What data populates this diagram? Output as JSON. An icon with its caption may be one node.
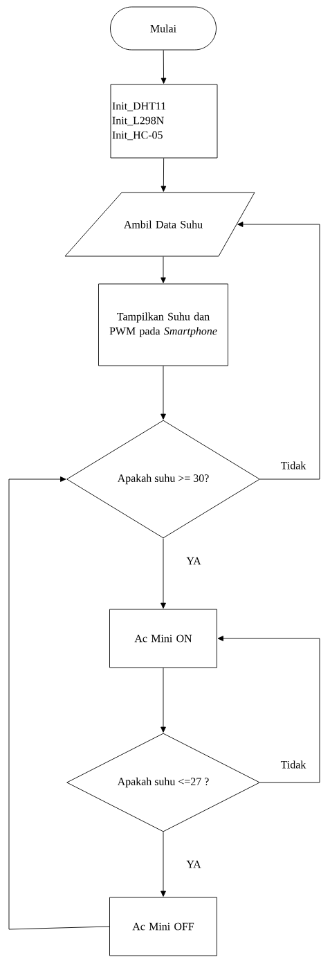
{
  "diagram": {
    "nodes": [
      {
        "text": [
          "Mulai"
        ]
      },
      {
        "text": [
          "Init_DHT11",
          "Init_L298N",
          "Init_HC-05"
        ]
      },
      {
        "text": [
          "Ambil Data Suhu"
        ]
      },
      {
        "text": [
          "Tampilkan Suhu dan PWM pada *Smartphone*"
        ]
      },
      {
        "text": [
          "Apakah suhu >= 30?"
        ]
      },
      {
        "text": [
          "Ac Mini ON"
        ]
      },
      {
        "text": [
          "Apakah suhu <=27 ?"
        ]
      },
      {
        "text": [
          "Ac Mini OFF"
        ]
      }
    ],
    "edges": [
      {
        "from": 0,
        "to": 1,
        "arrow": "to"
      },
      {
        "from": 1,
        "to": 2,
        "arrow": "to"
      },
      {
        "from": 2,
        "to": 3,
        "arrow": "to"
      },
      {
        "from": 3,
        "to": 4,
        "arrow": "to"
      },
      {
        "from": 4,
        "to": 5,
        "arrow": "to",
        "label": "YA"
      },
      {
        "from": 4,
        "to": 2,
        "arrow": "to",
        "label": "Tidak"
      },
      {
        "from": 5,
        "to": 6,
        "arrow": "to"
      },
      {
        "from": 6,
        "to": 7,
        "arrow": "to",
        "label": "YA"
      },
      {
        "from": 6,
        "to": 5,
        "arrow": "to",
        "label": "Tidak"
      },
      {
        "from": 7,
        "to": 4,
        "arrow": "to"
      }
    ]
  }
}
